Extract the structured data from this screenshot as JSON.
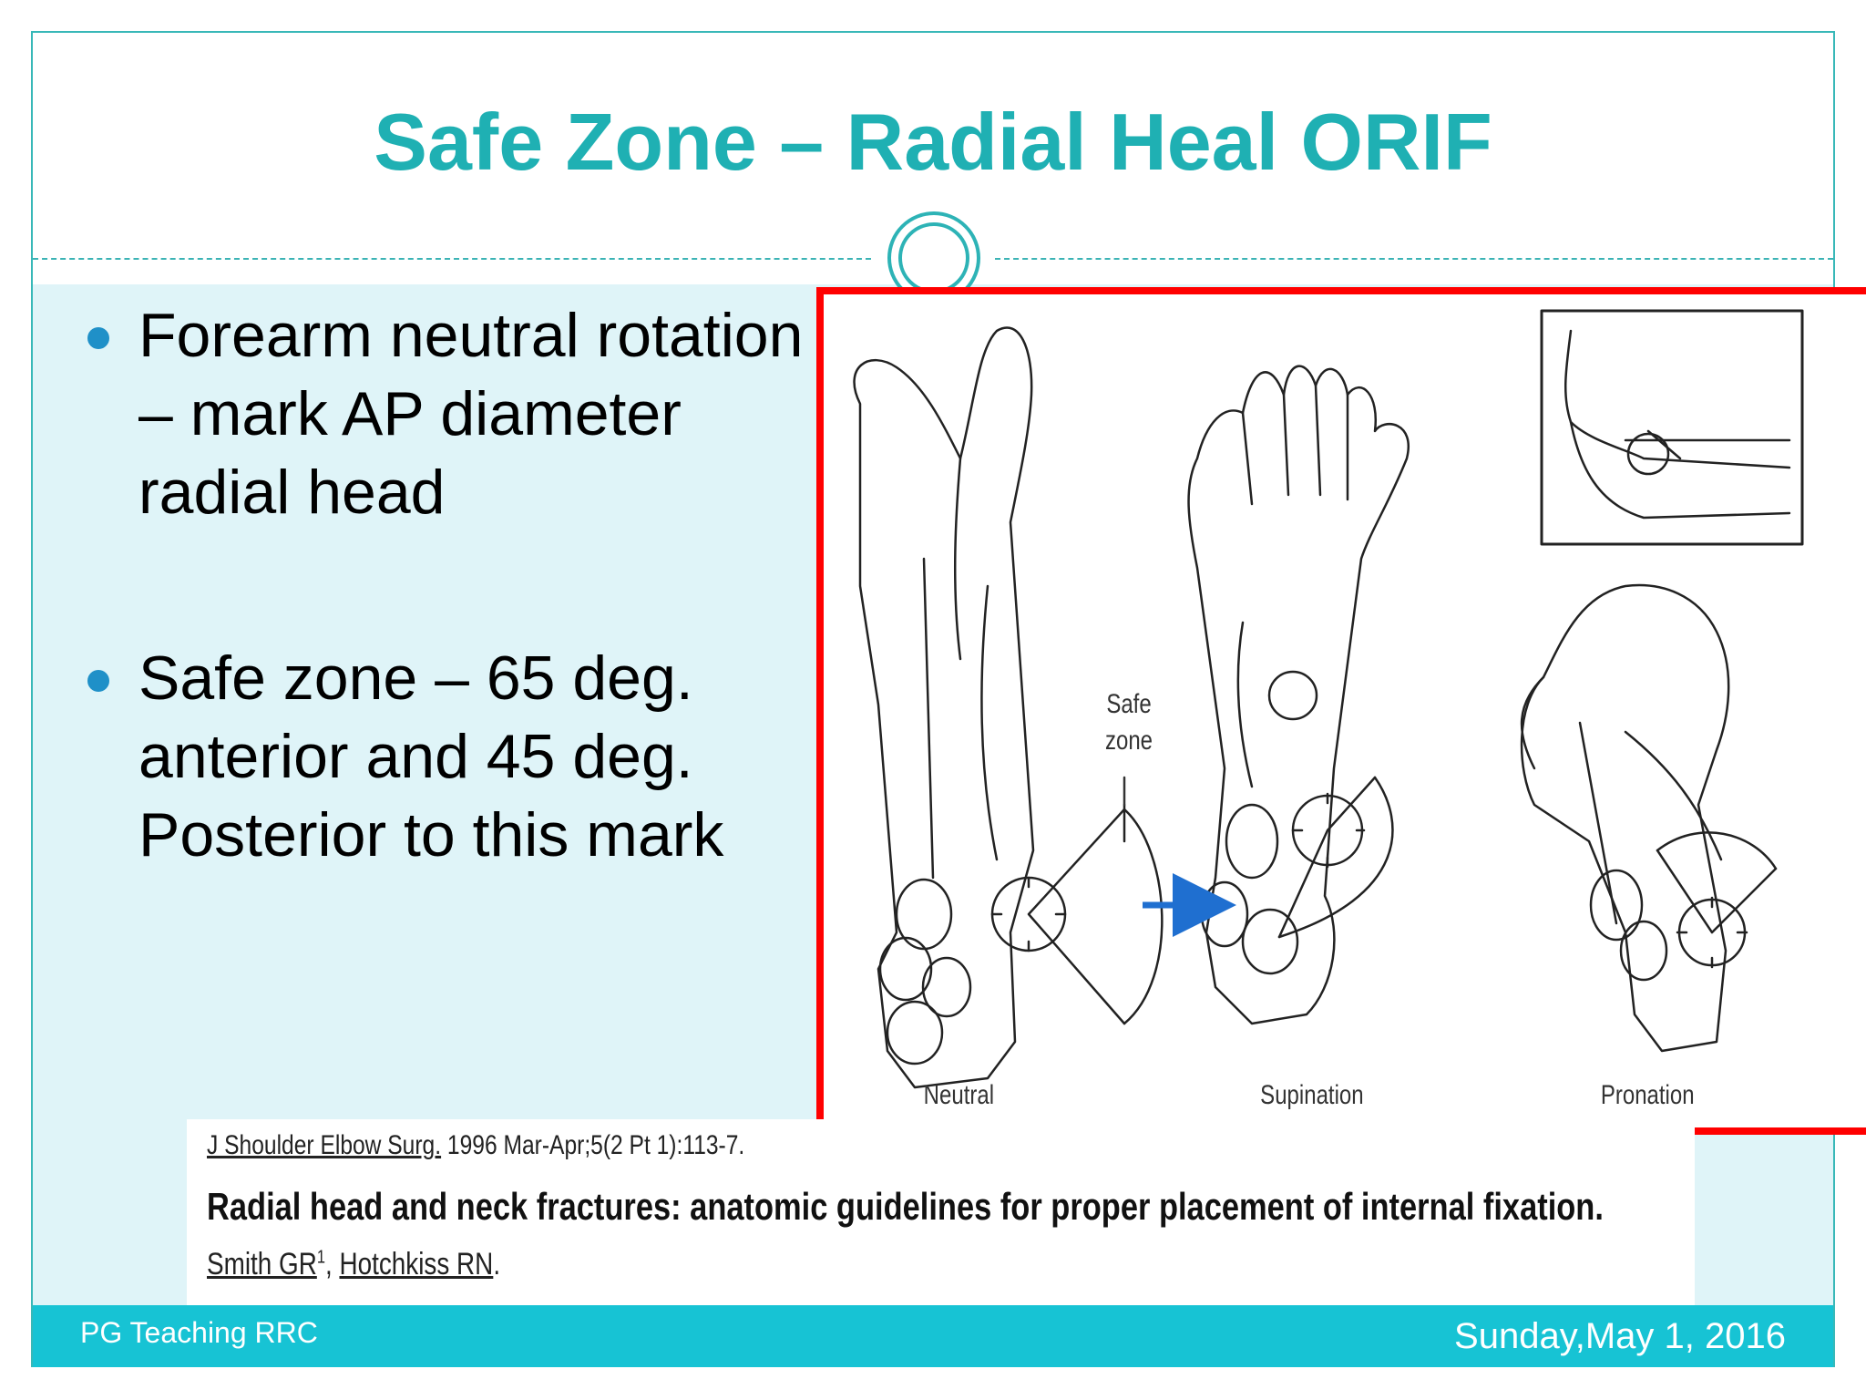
{
  "slide": {
    "title": "Safe Zone – Radial Heal ORIF",
    "bullets": [
      "Forearm neutral rotation – mark AP diameter radial head",
      "Safe zone – 65 deg. anterior and 45 deg. Posterior to this mark"
    ]
  },
  "figure": {
    "labels": {
      "safe_zone": "Safe zone",
      "neutral": "Neutral",
      "supination": "Supination",
      "pronation": "Pronation"
    },
    "frame_color": "#ff0000",
    "arrow_color": "#1f6fd0"
  },
  "citation": {
    "journal": "J Shoulder Elbow Surg.",
    "issue": "1996 Mar-Apr;5(2 Pt 1):113-7.",
    "title": "Radial head and neck fractures: anatomic guidelines for proper placement of internal fixation.",
    "author1": "Smith GR",
    "author1_sup": "1",
    "separator": ",",
    "author2": "Hotchkiss RN",
    "end": "."
  },
  "footer": {
    "left": "PG Teaching RRC",
    "right": "Sunday,May 1, 2016"
  },
  "colors": {
    "title": "#1fb0b3",
    "content_bg": "#dff4f8",
    "footer_bg": "#17c3d4",
    "bullet": "#1f90c8"
  }
}
